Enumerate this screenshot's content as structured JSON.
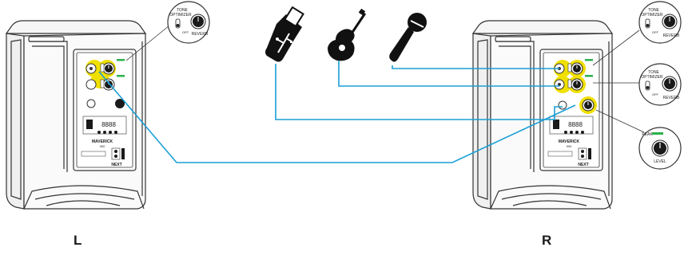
{
  "speakers": {
    "left": {
      "label": "L",
      "model": "MAVERICK",
      "model_sub": "900",
      "brand": "NEXT",
      "display": "8888"
    },
    "right": {
      "label": "R",
      "model": "MAVERICK",
      "model_sub": "900",
      "brand": "NEXT",
      "display": "8888"
    }
  },
  "callouts": {
    "tone_optimizer": "TONE\nOPTIMIZER",
    "reverb": "REVERB",
    "off": "OFF",
    "peak": "PEAK",
    "level": "LEVEL"
  },
  "sources": [
    {
      "name": "usb-icon"
    },
    {
      "name": "guitar-icon"
    },
    {
      "name": "microphone-icon"
    }
  ],
  "colors": {
    "cable": "#1a9fd6",
    "highlight": "#f0e000",
    "peak_led": "#2bb24c",
    "line": "#333333"
  }
}
